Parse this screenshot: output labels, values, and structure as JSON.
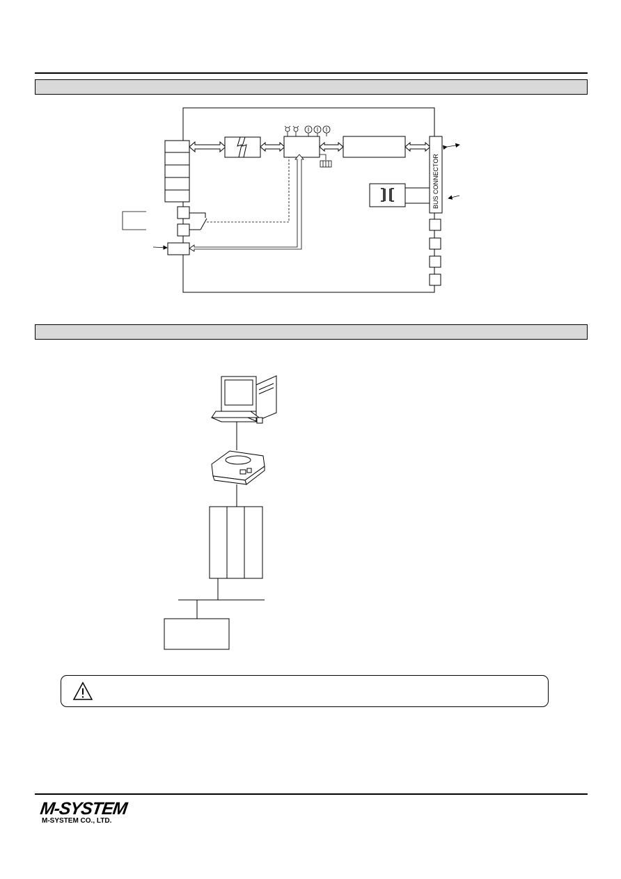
{
  "block_diagram": {
    "bus_label": "BUS CONNECTOR"
  },
  "footer": {
    "logo": "M-SYSTEM",
    "company": "M-SYSTEM CO., LTD."
  }
}
